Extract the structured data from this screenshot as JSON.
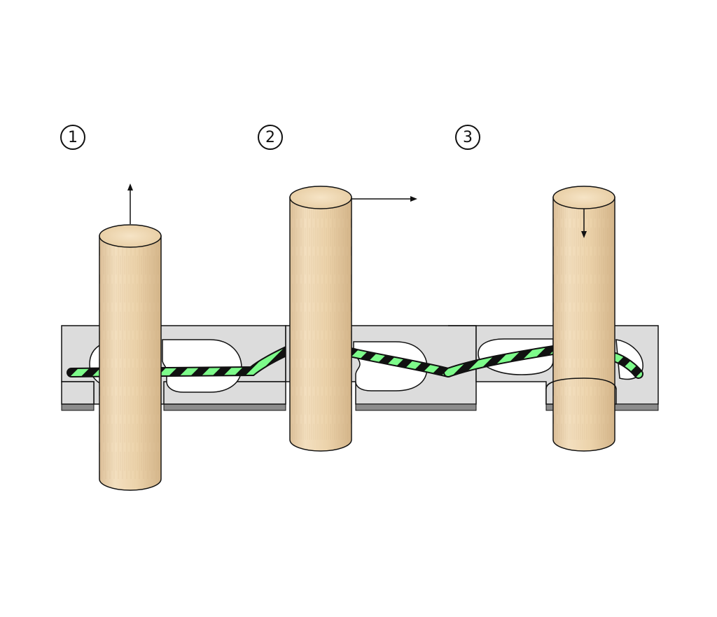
{
  "steps": [
    {
      "label": "1",
      "arrow": "up"
    },
    {
      "label": "2",
      "arrow": "right"
    },
    {
      "label": "3",
      "arrow": "down"
    }
  ],
  "colors": {
    "plate": "#dcdcdc",
    "plate_edge": "#8c8c8c",
    "wood_light": "#f2dcb8",
    "wood_dark": "#d9bb8e",
    "cord_stripe_a": "#7dfb8a",
    "cord_stripe_b": "#111111",
    "outline": "#111111"
  }
}
